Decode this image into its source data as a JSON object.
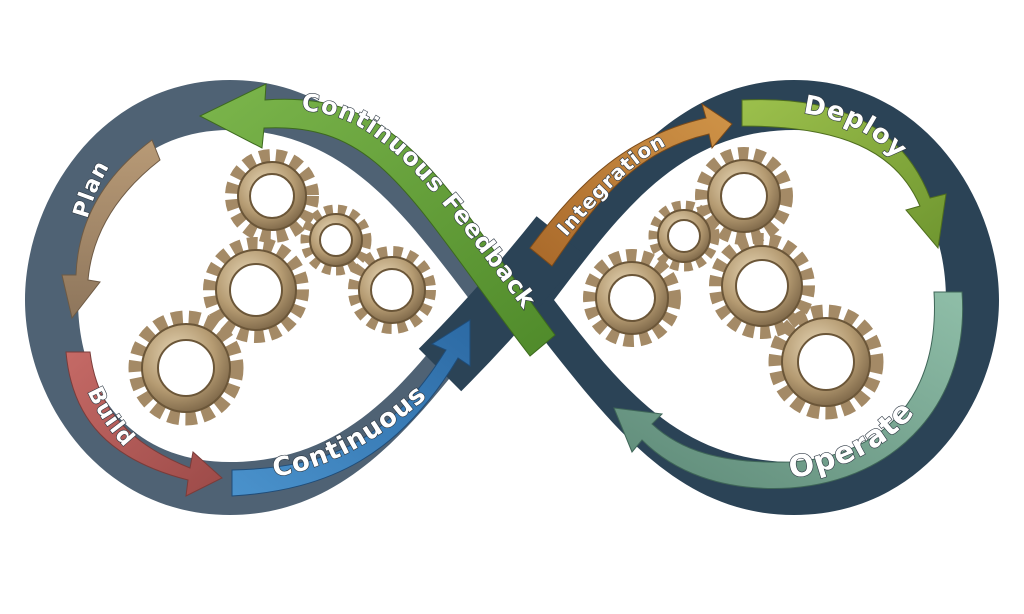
{
  "labels": {
    "plan": "Plan",
    "build": "Build",
    "continuous": "Continuous",
    "continuous_feedback": "Continuous Feedback",
    "integration": "Integration",
    "deploy": "Deploy",
    "operate": "Operate"
  },
  "colors": {
    "band_left": "#4f6274",
    "band_right": "#2b4356",
    "plan": "#a48a6c",
    "build": "#b25a58",
    "continuous": "#3d83bd",
    "continuous_feedback": "#5f9a34",
    "integration": "#b87a34",
    "deploy": "#86ab3a",
    "operate": "#6f9f8a",
    "gear": "#b39a72"
  }
}
